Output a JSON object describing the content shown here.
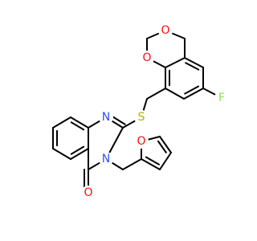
{
  "structure": {
    "atom_labels": [
      {
        "id": "o1",
        "text": "O",
        "color": "#ff0d0d"
      },
      {
        "id": "o2",
        "text": "O",
        "color": "#ff0d0d"
      },
      {
        "id": "f",
        "text": "F",
        "color": "#90e050"
      },
      {
        "id": "s",
        "text": "S",
        "color": "#b2b200"
      },
      {
        "id": "n1",
        "text": "N",
        "color": "#3050f8"
      },
      {
        "id": "n3",
        "text": "N",
        "color": "#3050f8"
      },
      {
        "id": "o3",
        "text": "O",
        "color": "#ff0d0d"
      },
      {
        "id": "o4",
        "text": "O",
        "color": "#ff0d0d"
      }
    ]
  }
}
